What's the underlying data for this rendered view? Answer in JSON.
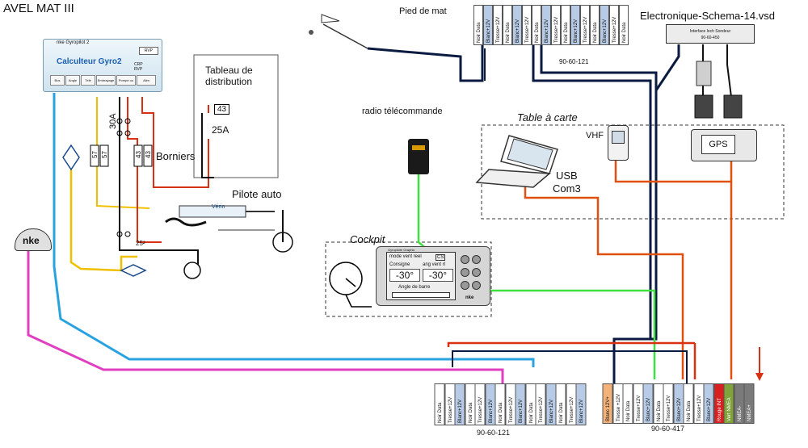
{
  "title": "AVEL MAT III",
  "file_name": "Electronique-Schema-14.vsd",
  "labels": {
    "pied_de_mat": "Pied de mat",
    "radio": "radio télécommande",
    "table_a_carte": "Table à carte",
    "vhf": "VHF",
    "usb": "USB",
    "com3": "Com3",
    "gps": "GPS",
    "tableau_line1": "Tableau de",
    "tableau_line2": "distribution",
    "fuse_25a": "25A",
    "fuse_30a": "30A",
    "box_43": "43",
    "borniers": "Borniers",
    "pilote_auto": "Pilote auto",
    "cockpit": "Cockpit",
    "wire_25": "25²",
    "ref_top": "90-60-121",
    "ref_bottom_left": "90-60-121",
    "ref_bottom_right": "90-60-417",
    "nke": "nke",
    "verin": "Vérin",
    "bornier_a": "57",
    "bornier_b": "57",
    "bornier_c": "43",
    "bornier_d": "43"
  },
  "gyro": {
    "header": "nke Gyropilot 2",
    "name": "Calculteur Gyro2",
    "rvp": "RVP",
    "crp": "CRP",
    "rvp_small": "RVP",
    "buttons": [
      "Bus",
      "Angle barre",
      "Télé",
      "Embrayage",
      "Pompe ou vérin",
      "Alim"
    ]
  },
  "cockpit_display": {
    "header": "Gyropilote Graphic",
    "label_a": "mode vent reel",
    "cs": "CS",
    "label_b": "Consigne",
    "label_c": "ang vent rl",
    "value_a": "-30°",
    "value_b": "-30°",
    "label_d": "Angle de barre",
    "brand": "nke"
  },
  "interface_box": {
    "line1": "Interface loch Sondeur",
    "line2": "90-60-450"
  },
  "top_strip": [
    "Noir Data",
    "Blanc+12V",
    "Tresse+12V",
    "Noir Data",
    "Blanc+12V",
    "Tresse+12V",
    "Noir Data",
    "Blanc+12V",
    "Tresse+12V",
    "Noir Data",
    "Blanc+12V",
    "Tresse+12V",
    "Noir Data",
    "Blanc+12V",
    "Tresse+12V",
    "Noir Data"
  ],
  "bottom_left_strip": [
    "Noir Data",
    "Tresse+12V",
    "Blanc+12V",
    "Noir Data",
    "Tresse+12V",
    "Blanc+12V",
    "Noir Data",
    "Tresse+12V",
    "Blanc+12V",
    "Noir Data",
    "Tresse+12V",
    "Blanc+12V",
    "Noir Data",
    "Tresse+12V",
    "Blanc+12V"
  ],
  "bottom_right_strip": [
    "Blanc 12V+",
    "Tresse +12V",
    "Noir Data",
    "Tresse+12V",
    "Blanc+12V",
    "Noir Data",
    "Tresse+12V",
    "Blanc+12V",
    "Noir Data",
    "Tresse+12V",
    "Blanc+12V",
    "Rouge INT",
    "Vert NMEA",
    "NMEA-",
    "NMEA+"
  ],
  "colors": {
    "cyan": "#29a3e0",
    "magenta": "#e040c0",
    "yellow": "#f0c000",
    "red": "#d83010",
    "orange": "#e05010",
    "green": "#40e040",
    "navy": "#0a1a40",
    "black": "#000000"
  }
}
